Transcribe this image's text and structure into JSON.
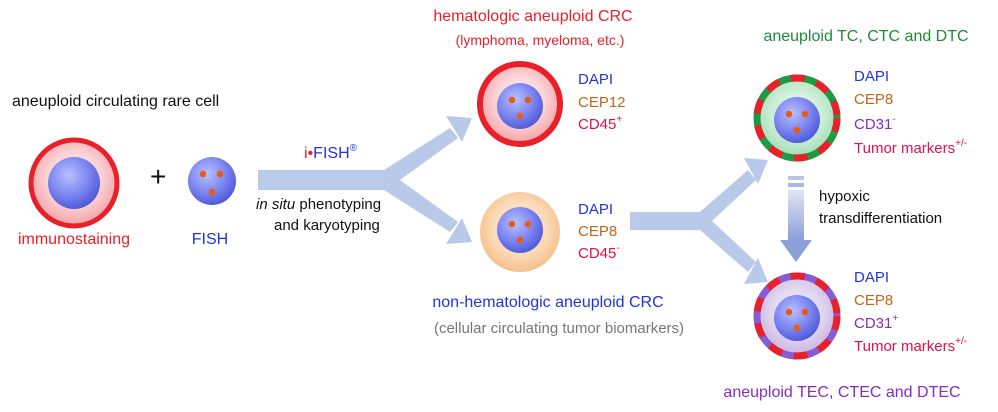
{
  "colors": {
    "red": "#e8202a",
    "blue": "#2233dd",
    "orange": "#c0661a",
    "green": "#1f8a3a",
    "purple": "#8a2bc0",
    "gray": "#777777",
    "arrow": "#a9bde0",
    "crimson": "#e0104a"
  },
  "left": {
    "title": "aneuploid circulating rare cell",
    "plus": "+",
    "immunostaining": "immunostaining",
    "fish": "FISH"
  },
  "method": {
    "ifish_prefix": "i",
    "ifish_dot": "•",
    "ifish_main": "FISH",
    "ifish_reg": "®",
    "insitu_italic": "in situ",
    "insitu_rest": " phenotyping",
    "karyotyping": "and karyotyping"
  },
  "hematologic": {
    "title": "hematologic aneuploid CRC",
    "subtitle": "(lymphoma, myeloma, etc.)",
    "dapi": "DAPI",
    "cep": "CEP12",
    "cd45": "CD45",
    "cd45_sign": "+"
  },
  "nonhematologic": {
    "title": "non-hematologic aneuploid CRC",
    "subtitle": "(cellular circulating tumor biomarkers)",
    "dapi": "DAPI",
    "cep": "CEP8",
    "cd45": "CD45",
    "cd45_sign": "-"
  },
  "tc": {
    "title": "aneuploid TC, CTC and DTC",
    "dapi": "DAPI",
    "cep": "CEP8",
    "cd31": "CD31",
    "cd31_sign": "-",
    "tumor": "Tumor markers",
    "tumor_sign": "+/-"
  },
  "tec": {
    "title": "aneuploid TEC, CTEC and DTEC",
    "dapi": "DAPI",
    "cep": "CEP8",
    "cd31": "CD31",
    "cd31_sign": "+",
    "tumor": "Tumor markers",
    "tumor_sign": "+/-"
  },
  "transition": {
    "line1": "hypoxic",
    "line2": "transdifferentiation"
  }
}
